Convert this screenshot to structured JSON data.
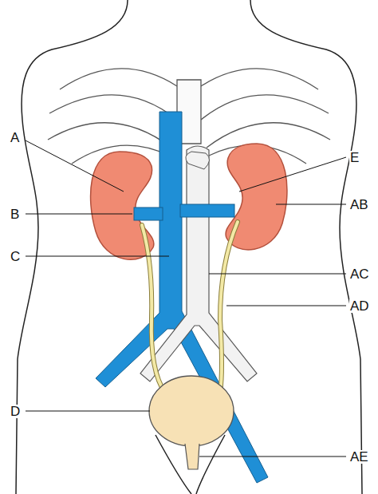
{
  "diagram": {
    "labels": [
      "A",
      "B",
      "C",
      "D",
      "E",
      "AB",
      "AC",
      "AD",
      "AE"
    ]
  }
}
